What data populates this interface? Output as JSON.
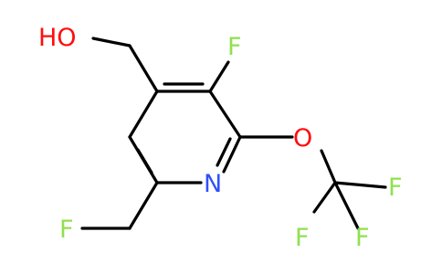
{
  "molecule": {
    "atoms": {
      "hydroxyl_label": "HO",
      "ring_fluorine_label": "F",
      "ring_nitrogen_label": "N",
      "ether_oxygen_label": "O",
      "cf3_fluorine_1_label": "F",
      "cf3_fluorine_2_label": "F",
      "cf3_fluorine_3_label": "F",
      "fluoromethyl_fluorine_label": "F"
    },
    "colors": {
      "bond": "#000000",
      "fluorine": "#90e050",
      "oxygen": "#ff0d0d",
      "nitrogen": "#3050f8"
    }
  }
}
